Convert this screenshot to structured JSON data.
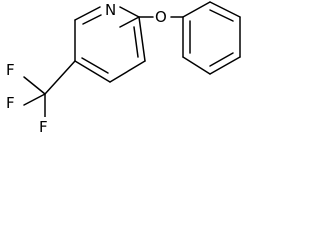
{
  "molecule": {
    "atom_labels": {
      "nitrogen": "N",
      "oxygen": "O",
      "fluorine_1": "F",
      "fluorine_2": "F",
      "fluorine_3": "F"
    },
    "bond_color": "#000000",
    "label_color": "#000000",
    "background_color": "#ffffff"
  }
}
